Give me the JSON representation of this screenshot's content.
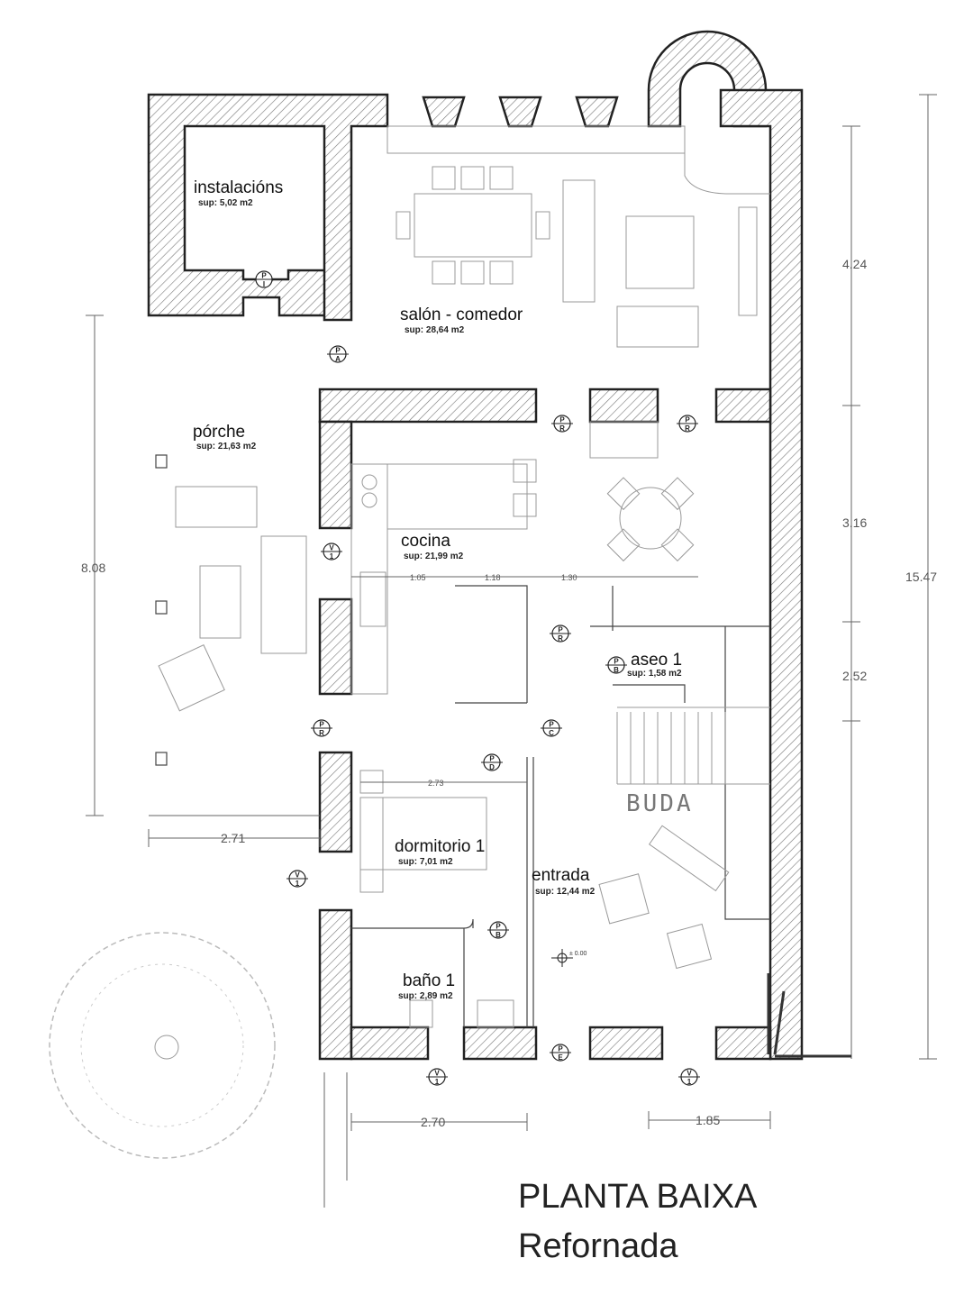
{
  "title": {
    "line1": "PLANTA BAIXA",
    "line2": "Refornada"
  },
  "rooms": [
    {
      "name": "instalacións",
      "area": "sup: 5,02 m2"
    },
    {
      "name": "salón - comedor",
      "area": "sup: 28,64 m2"
    },
    {
      "name": "pórche",
      "area": "sup: 21,63 m2"
    },
    {
      "name": "cocina",
      "area": "sup: 21,99 m2"
    },
    {
      "name": "aseo 1",
      "area": "sup: 1,58 m2"
    },
    {
      "name": "dormitorio 1",
      "area": "sup: 7,01 m2"
    },
    {
      "name": "entrada",
      "area": "sup: 12,44 m2"
    },
    {
      "name": "baño 1",
      "area": "sup: 2,89 m2"
    }
  ],
  "dimensions": {
    "total_height": "15.47",
    "seg1": "4.24",
    "seg2": "3.16",
    "seg3": "2.52",
    "porch_height": "8.08",
    "porch_width": "2.71",
    "bottom_left": "2.70",
    "bottom_right": "1.85",
    "inner1": "1.05",
    "inner2": "1.18",
    "inner3": "1.30",
    "dorm_width": "2.73"
  },
  "level_mark": "± 0.00",
  "handwritten": "BUDA",
  "tags": [
    {
      "top": "P",
      "bottom": "I"
    },
    {
      "top": "P",
      "bottom": "A"
    },
    {
      "top": "P",
      "bottom": "R"
    },
    {
      "top": "P",
      "bottom": "R"
    },
    {
      "top": "V",
      "bottom": "1"
    },
    {
      "top": "P",
      "bottom": "R"
    },
    {
      "top": "P",
      "bottom": "B"
    },
    {
      "top": "P",
      "bottom": "C"
    },
    {
      "top": "P",
      "bottom": "D"
    },
    {
      "top": "P",
      "bottom": "B"
    },
    {
      "top": "V",
      "bottom": "1"
    },
    {
      "top": "P",
      "bottom": "E"
    },
    {
      "top": "V",
      "bottom": "1"
    },
    {
      "top": "V",
      "bottom": "1"
    },
    {
      "top": "P",
      "bottom": "R"
    }
  ]
}
